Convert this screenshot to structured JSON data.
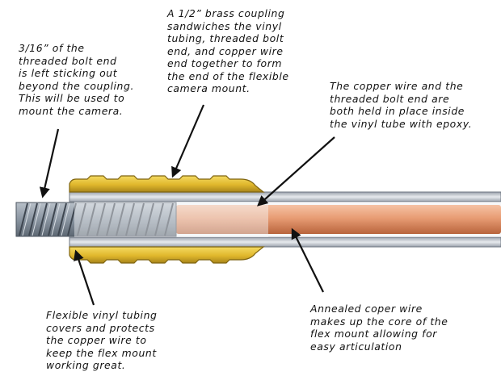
{
  "notes": {
    "bolt": {
      "lines": [
        "3/16” of the",
        "threaded bolt end",
        "is left sticking out",
        "beyond the coupling.",
        "This will be used to",
        "mount the camera."
      ]
    },
    "coupling": {
      "lines": [
        "A 1/2” brass coupling",
        "sandwiches the vinyl",
        "tubing, threaded bolt",
        "end, and copper wire",
        "end together to form",
        "the end of the flexible",
        "camera mount."
      ]
    },
    "epoxy": {
      "lines": [
        "The copper wire and the",
        "threaded bolt end are",
        "both held in place inside",
        "the vinyl tube with epoxy."
      ]
    },
    "vinyl": {
      "lines": [
        "Flexible vinyl tubing",
        "covers and protects",
        "the copper wire to",
        "keep the flex mount",
        "working great."
      ]
    },
    "copper": {
      "lines": [
        "Annealed coper wire",
        "makes up the core of the",
        "flex mount allowing for",
        "easy articulation"
      ]
    }
  },
  "colors": {
    "brass": "#E8C234",
    "brass_dark": "#9A7A14",
    "copper": "#E59A72",
    "copper_dark": "#B8643C",
    "vinyl_tube": "#C9CDD4",
    "bolt_steel": "#7F8A96",
    "ink": "#111111"
  }
}
